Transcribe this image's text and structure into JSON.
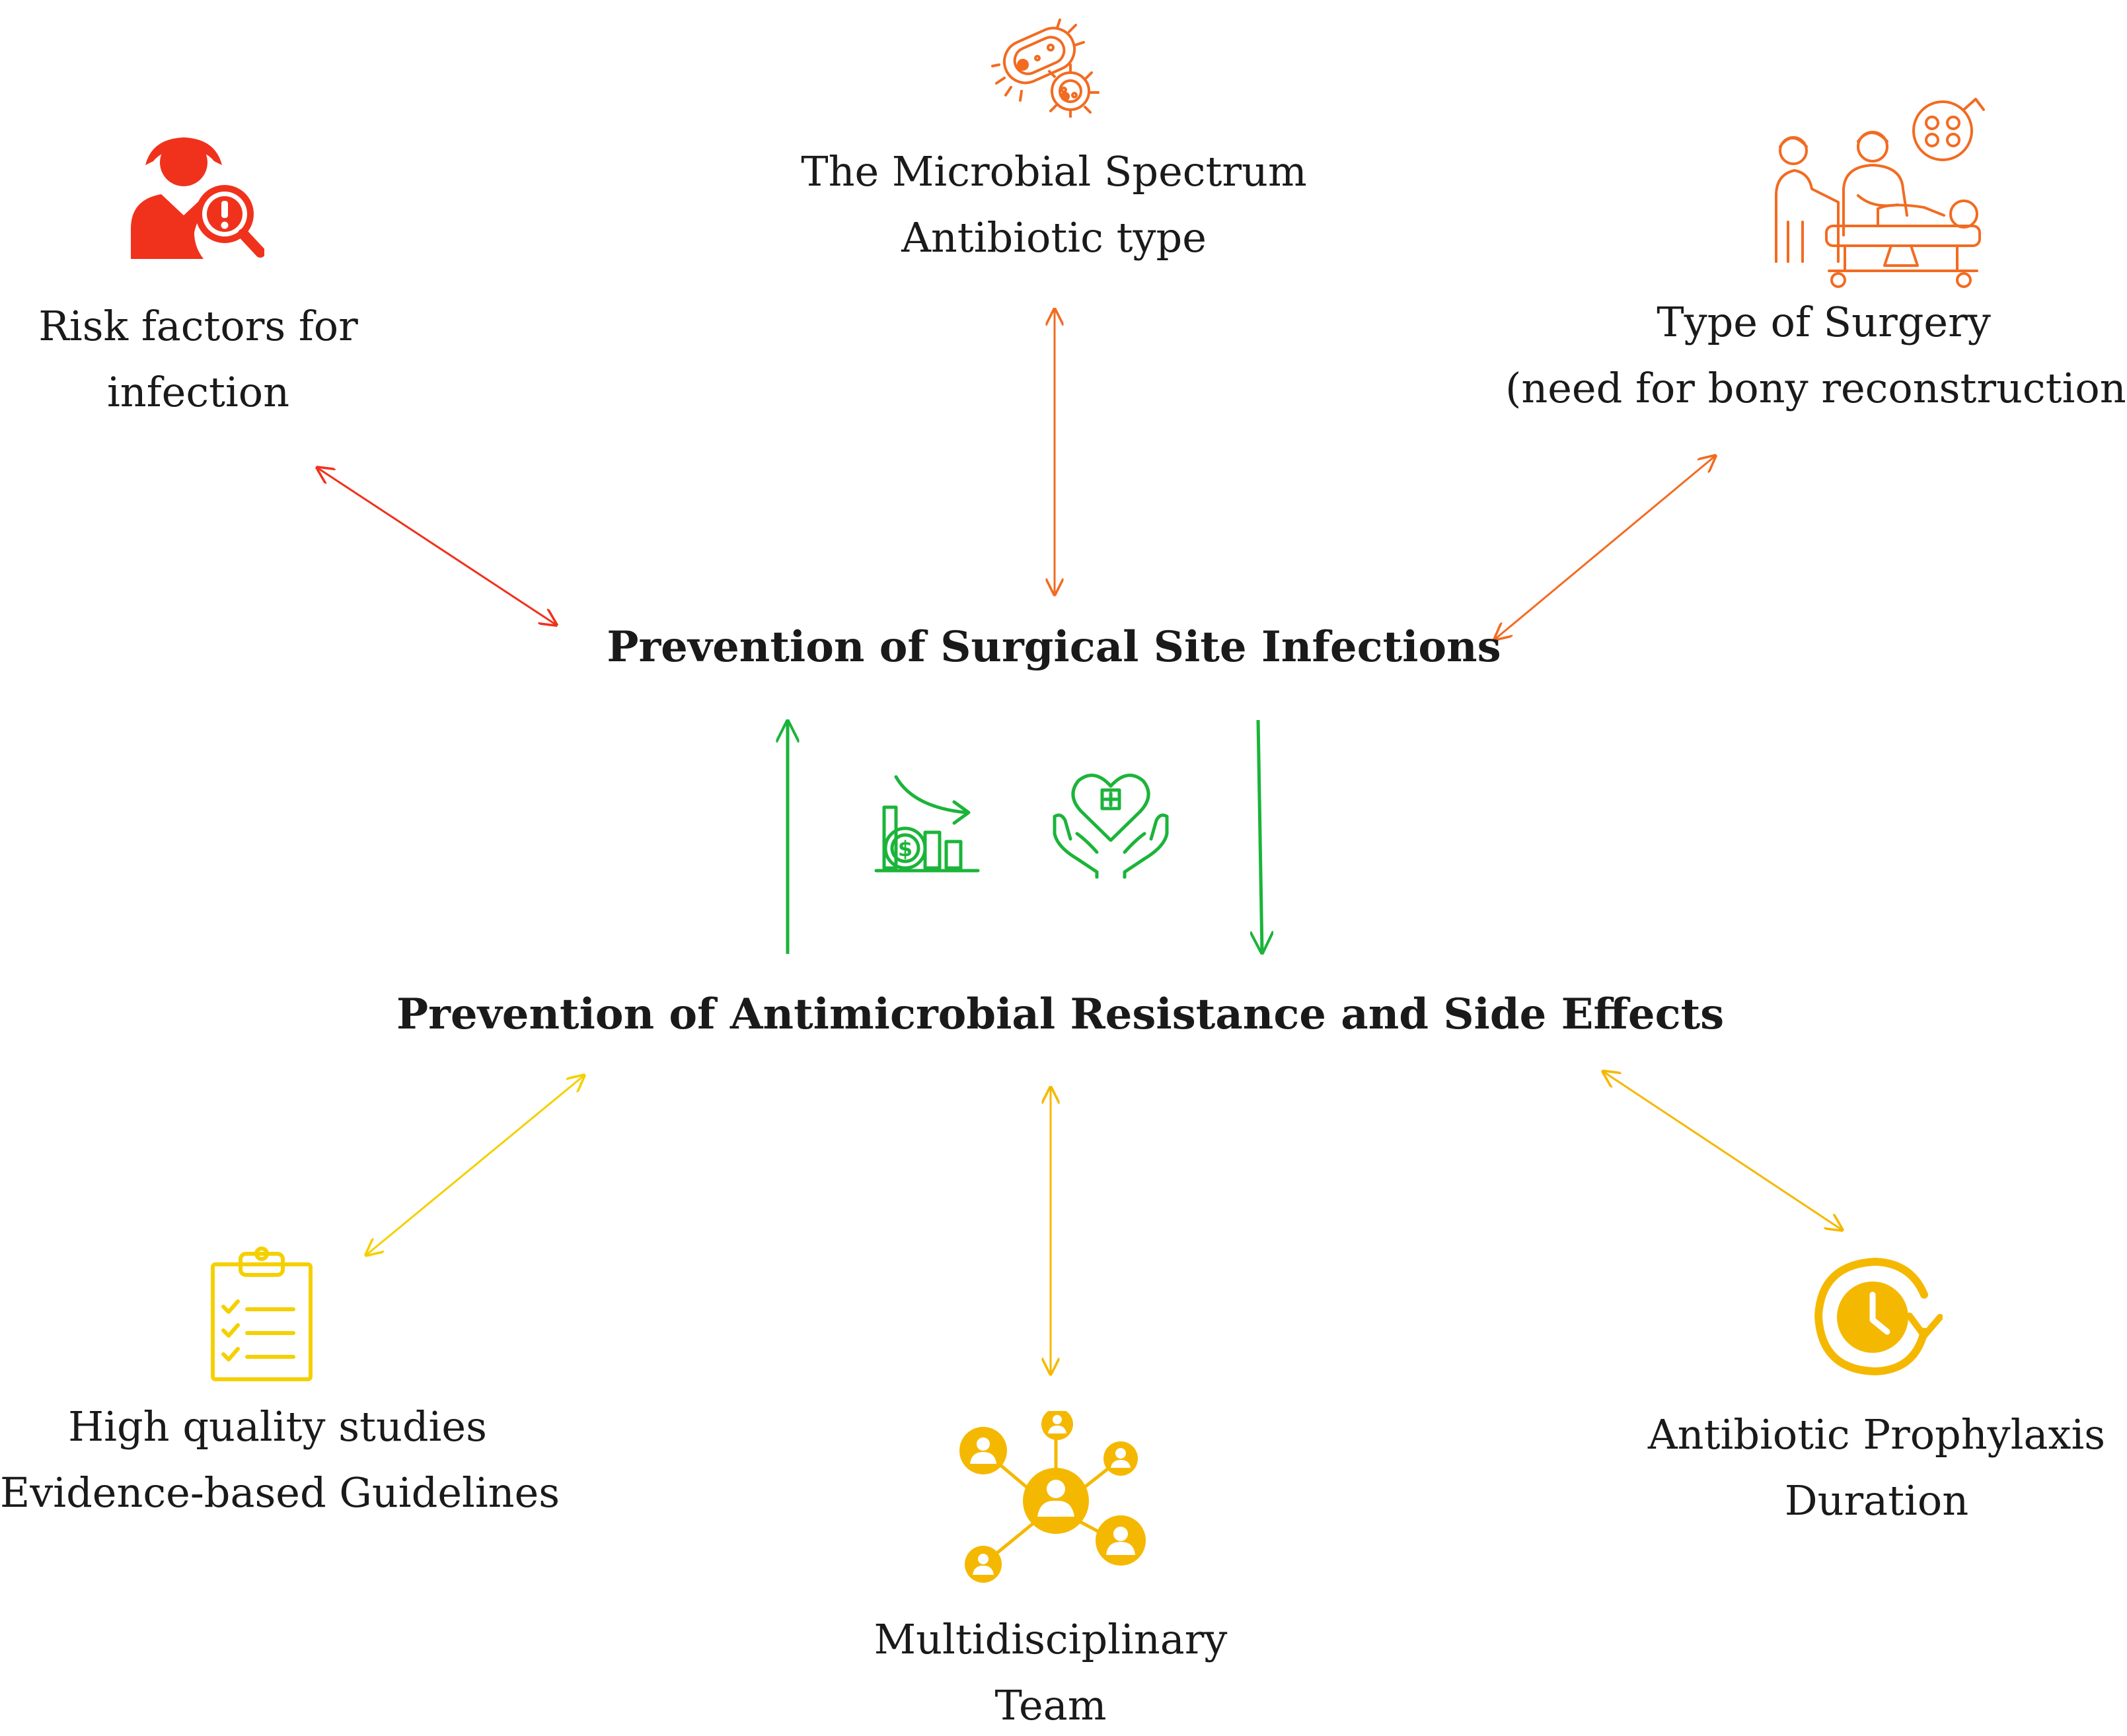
{
  "colors": {
    "red": "#f0321c",
    "orange": "#f26b21",
    "green": "#1bb43a",
    "yellow": "#f5d000",
    "amber": "#f5b800",
    "text": "#1a1a1a"
  },
  "hubs": {
    "top": "Prevention of Surgical Site Infections",
    "bottom": "Prevention of Antimicrobial Resistance and Side Effects"
  },
  "factors": {
    "risk": {
      "icon": "person-alert-magnifier-icon",
      "lines": [
        "Risk factors for",
        "infection"
      ]
    },
    "microbial": {
      "icon": "bacteria-icon",
      "lines": [
        "The Microbial Spectrum",
        "Antibiotic type"
      ]
    },
    "surgery": {
      "icon": "surgery-team-icon",
      "lines": [
        "Type of Surgery",
        "(need for bony reconstruction)"
      ]
    },
    "studies": {
      "icon": "clipboard-checklist-icon",
      "lines": [
        "High quality studies",
        "Evidence-based Guidelines"
      ]
    },
    "team": {
      "icon": "network-people-icon",
      "lines": [
        "Multidisciplinary",
        "Team"
      ]
    },
    "duration": {
      "icon": "clock-cycle-icon",
      "lines": [
        "Antibiotic Prophylaxis",
        "Duration"
      ]
    }
  },
  "center_icons": [
    "cost-reduction-chart-icon",
    "heart-care-hands-icon"
  ]
}
